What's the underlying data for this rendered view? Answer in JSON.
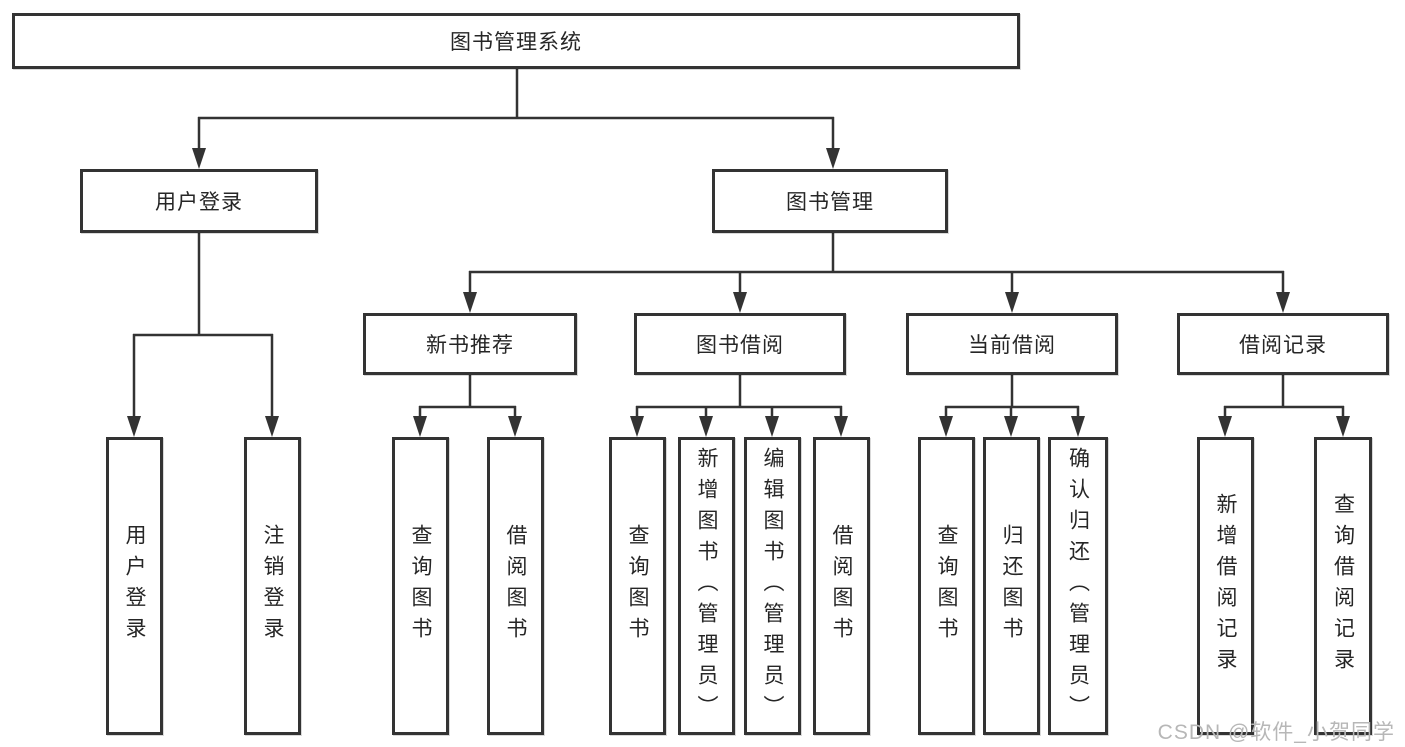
{
  "diagram_type": "hierarchy-tree",
  "tree": {
    "label": "图书管理系统",
    "children": [
      {
        "label": "用户登录",
        "children": [
          {
            "label": "用户登录"
          },
          {
            "label": "注销登录"
          }
        ]
      },
      {
        "label": "图书管理",
        "children": [
          {
            "label": "新书推荐",
            "children": [
              {
                "label": "查询图书"
              },
              {
                "label": "借阅图书"
              }
            ]
          },
          {
            "label": "图书借阅",
            "children": [
              {
                "label": "查询图书"
              },
              {
                "label": "新增图书（管理员）"
              },
              {
                "label": "编辑图书（管理员）"
              },
              {
                "label": "借阅图书"
              }
            ]
          },
          {
            "label": "当前借阅",
            "children": [
              {
                "label": "查询图书"
              },
              {
                "label": "归还图书"
              },
              {
                "label": "确认归还（管理员）"
              }
            ]
          },
          {
            "label": "借阅记录",
            "children": [
              {
                "label": "新增借阅记录"
              },
              {
                "label": "查询借阅记录"
              }
            ]
          }
        ]
      }
    ]
  },
  "watermark": "CSDN @软件_小贺同学",
  "colors": {
    "line": "#333333",
    "box_border": "#333333",
    "box_fill": "#ffffff",
    "text": "#262626",
    "watermark": "#b7b7b7",
    "background": "#ffffff"
  }
}
